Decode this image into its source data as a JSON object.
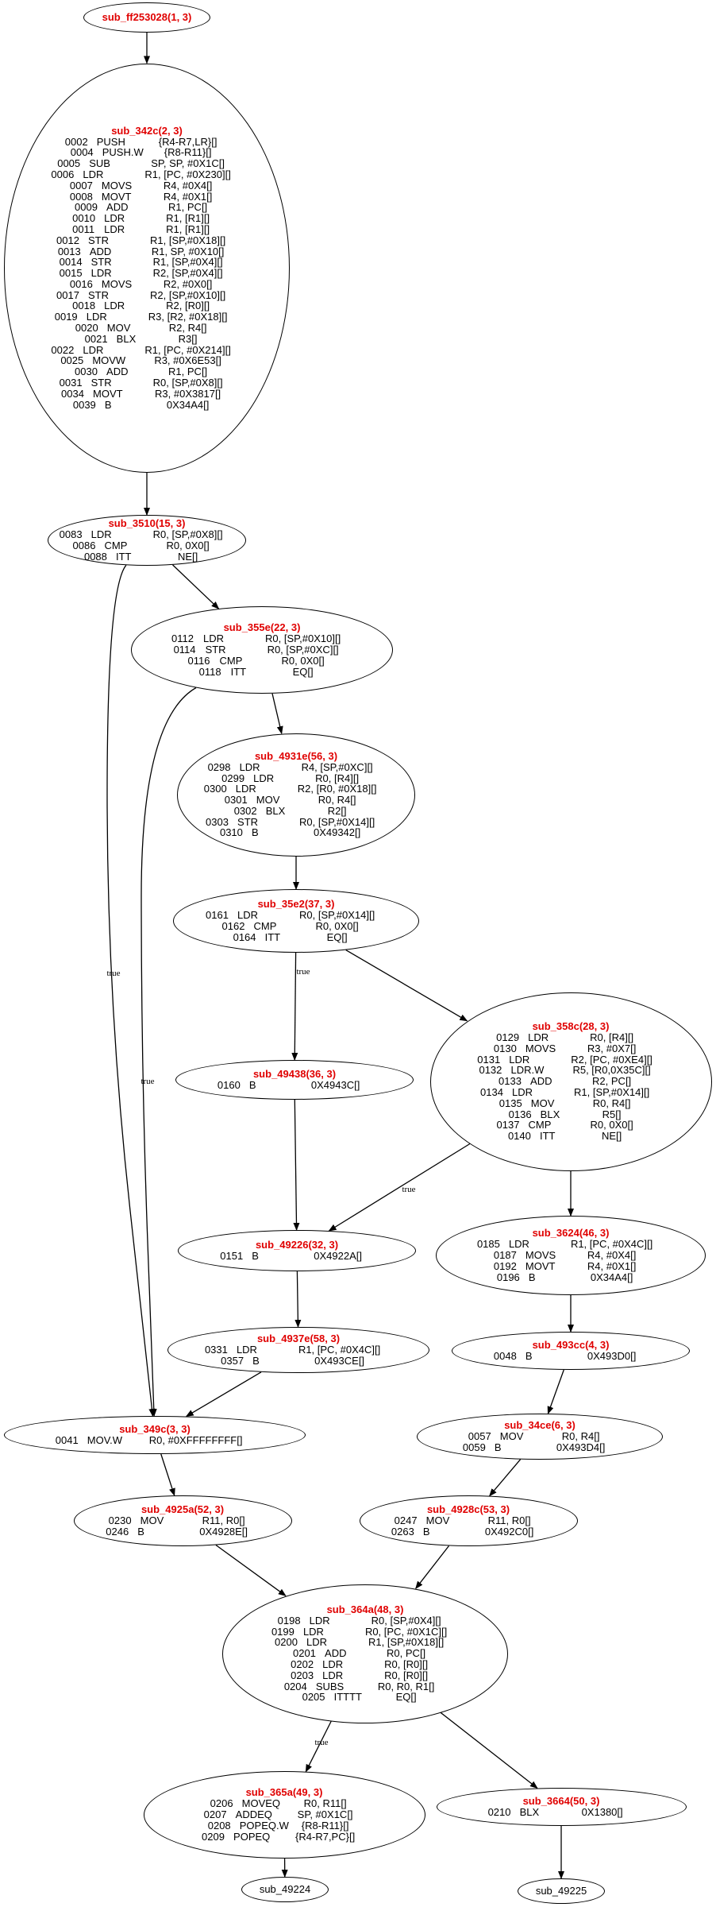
{
  "nodes": [
    {
      "id": "n_ff253028",
      "title": "sub_ff253028(1, 3)",
      "instructions": []
    },
    {
      "id": "n_342c",
      "title": "sub_342c(2, 3)",
      "instructions": [
        [
          "0002",
          "PUSH",
          "{R4-R7,LR}",
          "[]"
        ],
        [
          "0004",
          "PUSH.W",
          "{R8-R11}",
          "[]"
        ],
        [
          "0005",
          "SUB",
          "SP, SP, #0X1C",
          "[]"
        ],
        [
          "0006",
          "LDR",
          "R1, [PC, #0X230]",
          "[]"
        ],
        [
          "0007",
          "MOVS",
          "R4, #0X4",
          "[]"
        ],
        [
          "0008",
          "MOVT",
          "R4, #0X1",
          "[]"
        ],
        [
          "0009",
          "ADD",
          "R1, PC",
          "[]"
        ],
        [
          "0010",
          "LDR",
          "R1, [R1]",
          "[]"
        ],
        [
          "0011",
          "LDR",
          "R1, [R1]",
          "[]"
        ],
        [
          "0012",
          "STR",
          "R1, [SP,#0X18]",
          "[]"
        ],
        [
          "0013",
          "ADD",
          "R1, SP, #0X10",
          "[]"
        ],
        [
          "0014",
          "STR",
          "R1, [SP,#0X4]",
          "[]"
        ],
        [
          "0015",
          "LDR",
          "R2, [SP,#0X4]",
          "[]"
        ],
        [
          "0016",
          "MOVS",
          "R2, #0X0",
          "[]"
        ],
        [
          "0017",
          "STR",
          "R2, [SP,#0X10]",
          "[]"
        ],
        [
          "0018",
          "LDR",
          "R2, [R0]",
          "[]"
        ],
        [
          "0019",
          "LDR",
          "R3, [R2, #0X18]",
          "[]"
        ],
        [
          "0020",
          "MOV",
          "R2, R4",
          "[]"
        ],
        [
          "0021",
          "BLX",
          "R3",
          "[]"
        ],
        [
          "0022",
          "LDR",
          "R1, [PC, #0X214]",
          "[]"
        ],
        [
          "0025",
          "MOVW",
          "R3, #0X6E53",
          "[]"
        ],
        [
          "0030",
          "ADD",
          "R1, PC",
          "[]"
        ],
        [
          "0031",
          "STR",
          "R0, [SP,#0X8]",
          "[]"
        ],
        [
          "0034",
          "MOVT",
          "R3, #0X3817",
          "[]"
        ],
        [
          "0039",
          "B",
          "0X34A4",
          "[]"
        ]
      ]
    },
    {
      "id": "n_3510",
      "title": "sub_3510(15, 3)",
      "instructions": [
        [
          "0083",
          "LDR",
          "R0, [SP,#0X8]",
          "[]"
        ],
        [
          "0086",
          "CMP",
          "R0, 0X0",
          "[]"
        ],
        [
          "0088",
          "ITT",
          "NE",
          "[]"
        ]
      ]
    },
    {
      "id": "n_355e",
      "title": "sub_355e(22, 3)",
      "instructions": [
        [
          "0112",
          "LDR",
          "R0, [SP,#0X10]",
          "[]"
        ],
        [
          "0114",
          "STR",
          "R0, [SP,#0XC]",
          "[]"
        ],
        [
          "0116",
          "CMP",
          "R0, 0X0",
          "[]"
        ],
        [
          "0118",
          "ITT",
          "EQ",
          "[]"
        ]
      ]
    },
    {
      "id": "n_4931e",
      "title": "sub_4931e(56, 3)",
      "instructions": [
        [
          "0298",
          "LDR",
          "R4, [SP,#0XC]",
          "[]"
        ],
        [
          "0299",
          "LDR",
          "R0, [R4]",
          "[]"
        ],
        [
          "0300",
          "LDR",
          "R2, [R0, #0X18]",
          "[]"
        ],
        [
          "0301",
          "MOV",
          "R0, R4",
          "[]"
        ],
        [
          "0302",
          "BLX",
          "R2",
          "[]"
        ],
        [
          "0303",
          "STR",
          "R0, [SP,#0X14]",
          "[]"
        ],
        [
          "0310",
          "B",
          "0X49342",
          "[]"
        ]
      ]
    },
    {
      "id": "n_35e2",
      "title": "sub_35e2(37, 3)",
      "instructions": [
        [
          "0161",
          "LDR",
          "R0, [SP,#0X14]",
          "[]"
        ],
        [
          "0162",
          "CMP",
          "R0, 0X0",
          "[]"
        ],
        [
          "0164",
          "ITT",
          "EQ",
          "[]"
        ]
      ]
    },
    {
      "id": "n_358c",
      "title": "sub_358c(28, 3)",
      "instructions": [
        [
          "0129",
          "LDR",
          "R0, [R4]",
          "[]"
        ],
        [
          "0130",
          "MOVS",
          "R3, #0X7",
          "[]"
        ],
        [
          "0131",
          "LDR",
          "R2, [PC, #0XE4]",
          "[]"
        ],
        [
          "0132",
          "LDR.W",
          "R5, [R0,0X35C]",
          "[]"
        ],
        [
          "0133",
          "ADD",
          "R2, PC",
          "[]"
        ],
        [
          "0134",
          "LDR",
          "R1, [SP,#0X14]",
          "[]"
        ],
        [
          "0135",
          "MOV",
          "R0, R4",
          "[]"
        ],
        [
          "0136",
          "BLX",
          "R5",
          "[]"
        ],
        [
          "0137",
          "CMP",
          "R0, 0X0",
          "[]"
        ],
        [
          "0140",
          "ITT",
          "NE",
          "[]"
        ]
      ]
    },
    {
      "id": "n_49438",
      "title": "sub_49438(36, 3)",
      "instructions": [
        [
          "0160",
          "B",
          "0X4943C",
          "[]"
        ]
      ]
    },
    {
      "id": "n_3624",
      "title": "sub_3624(46, 3)",
      "instructions": [
        [
          "0185",
          "LDR",
          "R1, [PC, #0X4C]",
          "[]"
        ],
        [
          "0187",
          "MOVS",
          "R4, #0X4",
          "[]"
        ],
        [
          "0192",
          "MOVT",
          "R4, #0X1",
          "[]"
        ],
        [
          "0196",
          "B",
          "0X34A4",
          "[]"
        ]
      ]
    },
    {
      "id": "n_49226",
      "title": "sub_49226(32, 3)",
      "instructions": [
        [
          "0151",
          "B",
          "0X4922A",
          "[]"
        ]
      ]
    },
    {
      "id": "n_493cc",
      "title": "sub_493cc(4, 3)",
      "instructions": [
        [
          "0048",
          "B",
          "0X493D0",
          "[]"
        ]
      ]
    },
    {
      "id": "n_4937e",
      "title": "sub_4937e(58, 3)",
      "instructions": [
        [
          "0331",
          "LDR",
          "R1, [PC, #0X4C]",
          "[]"
        ],
        [
          "0357",
          "B",
          "0X493CE",
          "[]"
        ]
      ]
    },
    {
      "id": "n_349c",
      "title": "sub_349c(3, 3)",
      "instructions": [
        [
          "0041",
          "MOV.W",
          "R0, #0XFFFFFFFF",
          "[]"
        ]
      ]
    },
    {
      "id": "n_34ce",
      "title": "sub_34ce(6, 3)",
      "instructions": [
        [
          "0057",
          "MOV",
          "R0, R4",
          "[]"
        ],
        [
          "0059",
          "B",
          "0X493D4",
          "[]"
        ]
      ]
    },
    {
      "id": "n_4925a",
      "title": "sub_4925a(52, 3)",
      "instructions": [
        [
          "0230",
          "MOV",
          "R11, R0",
          "[]"
        ],
        [
          "0246",
          "B",
          "0X4928E",
          "[]"
        ]
      ]
    },
    {
      "id": "n_4928c",
      "title": "sub_4928c(53, 3)",
      "instructions": [
        [
          "0247",
          "MOV",
          "R11, R0",
          "[]"
        ],
        [
          "0263",
          "B",
          "0X492C0",
          "[]"
        ]
      ]
    },
    {
      "id": "n_364a",
      "title": "sub_364a(48, 3)",
      "instructions": [
        [
          "0198",
          "LDR",
          "R0, [SP,#0X4]",
          "[]"
        ],
        [
          "0199",
          "LDR",
          "R0, [PC, #0X1C]",
          "[]"
        ],
        [
          "0200",
          "LDR",
          "R1, [SP,#0X18]",
          "[]"
        ],
        [
          "0201",
          "ADD",
          "R0, PC",
          "[]"
        ],
        [
          "0202",
          "LDR",
          "R0, [R0]",
          "[]"
        ],
        [
          "0203",
          "LDR",
          "R0, [R0]",
          "[]"
        ],
        [
          "0204",
          "SUBS",
          "R0, R0, R1",
          "[]"
        ],
        [
          "0205",
          "ITTTT",
          "EQ",
          "[]"
        ]
      ]
    },
    {
      "id": "n_365a",
      "title": "sub_365a(49, 3)",
      "instructions": [
        [
          "0206",
          "MOVEQ",
          "R0, R11",
          "[]"
        ],
        [
          "0207",
          "ADDEQ",
          "SP, #0X1C",
          "[]"
        ],
        [
          "0208",
          "POPEQ.W",
          "{R8-R11}",
          "[]"
        ],
        [
          "0209",
          "POPEQ",
          "{R4-R7,PC}",
          "[]"
        ]
      ]
    },
    {
      "id": "n_3664",
      "title": "sub_3664(50, 3)",
      "instructions": [
        [
          "0210",
          "BLX",
          "0X1380",
          "[]"
        ]
      ]
    },
    {
      "id": "n_49224",
      "label": "sub_49224"
    },
    {
      "id": "n_49225",
      "label": "sub_49225"
    }
  ],
  "edges": [
    {
      "from": "n_ff253028",
      "to": "n_342c",
      "label": ""
    },
    {
      "from": "n_342c",
      "to": "n_3510",
      "label": ""
    },
    {
      "from": "n_3510",
      "to": "n_355e",
      "label": ""
    },
    {
      "from": "n_3510",
      "to": "n_349c",
      "label": "true"
    },
    {
      "from": "n_355e",
      "to": "n_4931e",
      "label": ""
    },
    {
      "from": "n_355e",
      "to": "n_349c",
      "label": "true"
    },
    {
      "from": "n_4931e",
      "to": "n_35e2",
      "label": ""
    },
    {
      "from": "n_35e2",
      "to": "n_49438",
      "label": "true"
    },
    {
      "from": "n_35e2",
      "to": "n_358c",
      "label": ""
    },
    {
      "from": "n_358c",
      "to": "n_49226",
      "label": "true"
    },
    {
      "from": "n_358c",
      "to": "n_3624",
      "label": ""
    },
    {
      "from": "n_49438",
      "to": "n_49226",
      "label": ""
    },
    {
      "from": "n_3624",
      "to": "n_493cc",
      "label": ""
    },
    {
      "from": "n_49226",
      "to": "n_4937e",
      "label": ""
    },
    {
      "from": "n_4937e",
      "to": "n_349c",
      "label": ""
    },
    {
      "from": "n_493cc",
      "to": "n_34ce",
      "label": ""
    },
    {
      "from": "n_349c",
      "to": "n_4925a",
      "label": ""
    },
    {
      "from": "n_34ce",
      "to": "n_4928c",
      "label": ""
    },
    {
      "from": "n_4925a",
      "to": "n_364a",
      "label": ""
    },
    {
      "from": "n_4928c",
      "to": "n_364a",
      "label": ""
    },
    {
      "from": "n_364a",
      "to": "n_365a",
      "label": "true"
    },
    {
      "from": "n_364a",
      "to": "n_3664",
      "label": ""
    },
    {
      "from": "n_365a",
      "to": "n_49224",
      "label": ""
    },
    {
      "from": "n_3664",
      "to": "n_49225",
      "label": ""
    }
  ]
}
